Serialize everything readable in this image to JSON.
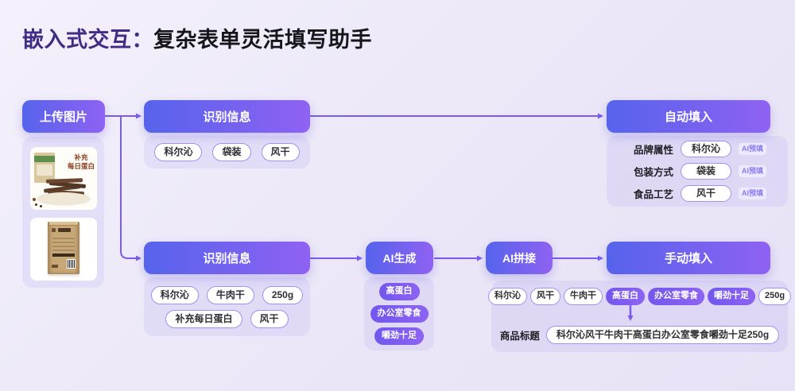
{
  "title": {
    "prefix": "嵌入式交互：",
    "main": "复杂表单灵活填写助手"
  },
  "colors": {
    "accent": "#7a5af0",
    "button_gradient_start": "#5663ec",
    "button_gradient_end": "#8f62f2",
    "title_highlight": "#412c85"
  },
  "upload": {
    "label": "上传图片"
  },
  "product_images": {
    "photo1_caption_line1": "补充",
    "photo1_caption_line2": "每日蛋白"
  },
  "flow_top": {
    "recognize": {
      "label": "识别信息",
      "tags": [
        "科尔沁",
        "袋装",
        "风干"
      ]
    },
    "autofill": {
      "label": "自动填入",
      "fields": [
        {
          "name": "品牌属性",
          "value": "科尔沁",
          "badge": "AI预填"
        },
        {
          "name": "包装方式",
          "value": "袋装",
          "badge": "AI预填"
        },
        {
          "name": "食品工艺",
          "value": "风干",
          "badge": "AI预填"
        }
      ]
    }
  },
  "flow_bottom": {
    "recognize": {
      "label": "识别信息",
      "tags": [
        "科尔沁",
        "牛肉干",
        "250g",
        "补充每日蛋白",
        "风干"
      ]
    },
    "ai_generate": {
      "label": "AI生成",
      "tags": [
        "高蛋白",
        "办公室零食",
        "嚼劲十足"
      ]
    },
    "ai_merge": {
      "label": "AI拼接"
    },
    "manual_fill": {
      "label": "手动填入",
      "tags": [
        {
          "text": "科尔沁",
          "filled": false
        },
        {
          "text": "风干",
          "filled": false
        },
        {
          "text": "牛肉干",
          "filled": false
        },
        {
          "text": "高蛋白",
          "filled": true
        },
        {
          "text": "办公室零食",
          "filled": true
        },
        {
          "text": "嚼劲十足",
          "filled": true
        },
        {
          "text": "250g",
          "filled": false
        }
      ],
      "result_label": "商品标题",
      "result_value": "科尔沁风干牛肉干高蛋白办公室零食嚼劲十足250g"
    }
  }
}
